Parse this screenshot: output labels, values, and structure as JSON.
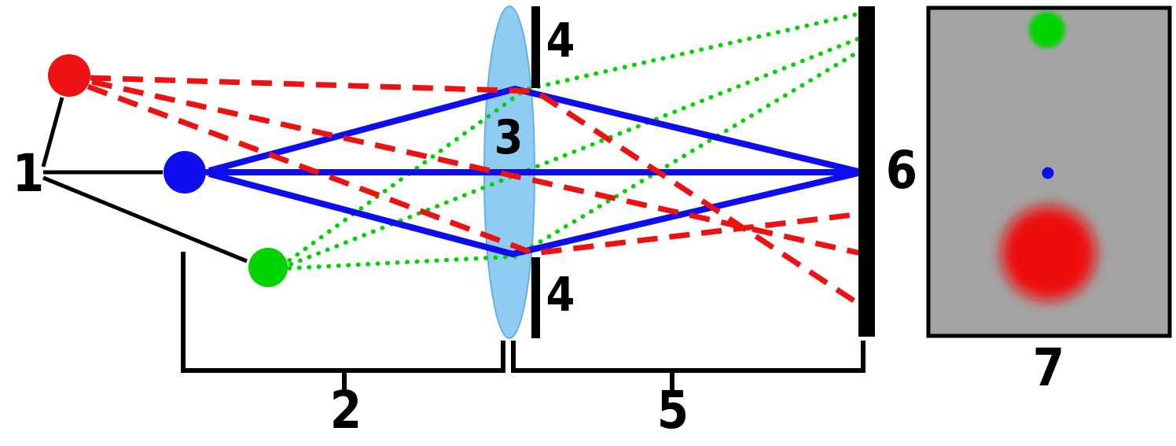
{
  "labels": {
    "sources": "1",
    "object_distance": "2",
    "lens": "3",
    "aperture": "4",
    "image_distance": "5",
    "image_plane": "6",
    "image_result": "7"
  },
  "colors": {
    "ray-red": "#ee1111",
    "ray-blue": "#0d0dee",
    "ray-green": "#00d400",
    "lens-fill": "#8fccf3",
    "lens-stroke": "#66b1e0",
    "panel-gray": "#a4a4a4",
    "ink": "#000000",
    "background": "#ffffff"
  }
}
